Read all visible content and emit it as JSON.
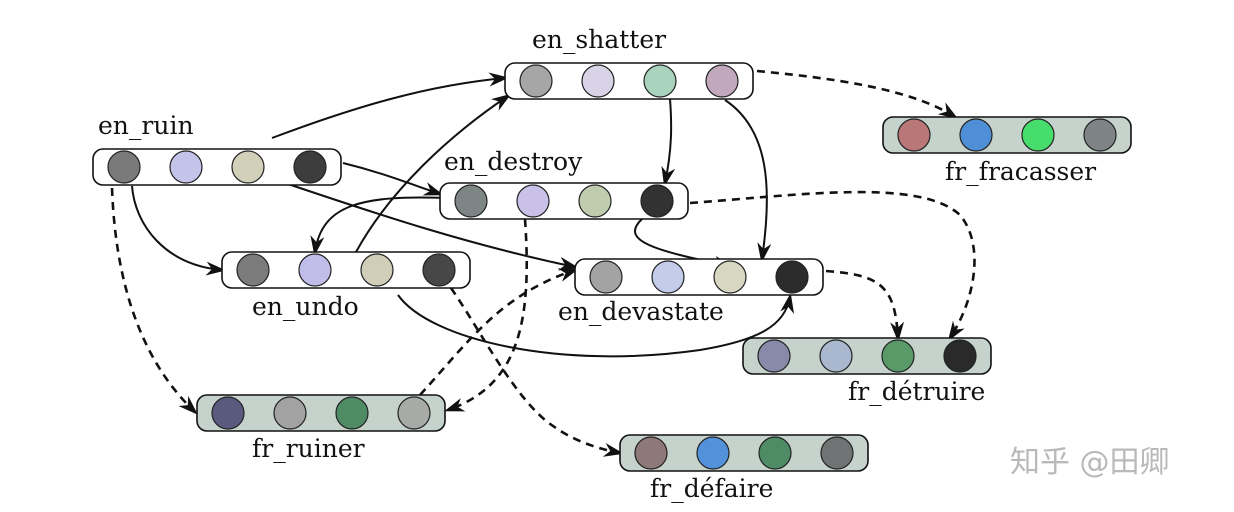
{
  "diagram": {
    "nodes": [
      {
        "id": "en_shatter",
        "label": "en_shatter",
        "lang": "en",
        "dots": [
          "#a6a6a6",
          "#d9d3e8",
          "#a9d3bd",
          "#c1a8bd"
        ]
      },
      {
        "id": "en_ruin",
        "label": "en_ruin",
        "lang": "en",
        "dots": [
          "#7a7a7a",
          "#c4c4ea",
          "#d2d0b9",
          "#3d3d3d"
        ]
      },
      {
        "id": "en_destroy",
        "label": "en_destroy",
        "lang": "en",
        "dots": [
          "#7d8684",
          "#c9c1e8",
          "#bfcdae",
          "#323232"
        ]
      },
      {
        "id": "en_undo",
        "label": "en_undo",
        "lang": "en",
        "dots": [
          "#7b7b7b",
          "#c0bee8",
          "#d0cdb9",
          "#474747"
        ]
      },
      {
        "id": "en_devastate",
        "label": "en_devastate",
        "lang": "en",
        "dots": [
          "#a3a3a3",
          "#c4cceb",
          "#d7d7c2",
          "#2c2c2c"
        ]
      },
      {
        "id": "fr_fracasser",
        "label": "fr_fracasser",
        "lang": "fr",
        "dots": [
          "#b97777",
          "#4f8fd8",
          "#47dd6c",
          "#7e8485"
        ]
      },
      {
        "id": "fr_detruire",
        "label": "fr_détruire",
        "lang": "fr",
        "dots": [
          "#878aa8",
          "#a9b7cf",
          "#5a9a68",
          "#2a2a2a"
        ]
      },
      {
        "id": "fr_ruiner",
        "label": "fr_ruiner",
        "lang": "fr",
        "dots": [
          "#5a5a7e",
          "#a2a2a2",
          "#4f8c66",
          "#a7aaa6"
        ]
      },
      {
        "id": "fr_defaire",
        "label": "fr_défaire",
        "lang": "fr",
        "dots": [
          "#8f7878",
          "#5391db",
          "#4f8c66",
          "#6f7373"
        ]
      }
    ],
    "edges": [
      {
        "from": "en_ruin",
        "to": "en_shatter",
        "style": "solid"
      },
      {
        "from": "en_undo",
        "to": "en_shatter",
        "style": "solid"
      },
      {
        "from": "en_ruin",
        "to": "en_destroy",
        "style": "solid"
      },
      {
        "from": "en_ruin",
        "to": "en_undo",
        "style": "solid"
      },
      {
        "from": "en_ruin",
        "to": "en_devastate",
        "style": "solid"
      },
      {
        "from": "en_shatter",
        "to": "en_destroy",
        "style": "solid"
      },
      {
        "from": "en_shatter",
        "to": "en_devastate",
        "style": "solid"
      },
      {
        "from": "en_destroy",
        "to": "en_undo",
        "style": "solid"
      },
      {
        "from": "en_destroy",
        "to": "en_devastate",
        "style": "solid"
      },
      {
        "from": "en_undo",
        "to": "en_devastate",
        "style": "solid"
      },
      {
        "from": "en_shatter",
        "to": "fr_fracasser",
        "style": "dashed"
      },
      {
        "from": "en_destroy",
        "to": "fr_detruire",
        "style": "dashed"
      },
      {
        "from": "en_devastate",
        "to": "fr_detruire",
        "style": "dashed"
      },
      {
        "from": "en_ruin",
        "to": "fr_ruiner",
        "style": "dashed"
      },
      {
        "from": "en_destroy",
        "to": "fr_ruiner",
        "style": "dashed"
      },
      {
        "from": "fr_ruiner",
        "to": "en_devastate",
        "style": "dashed"
      },
      {
        "from": "en_undo",
        "to": "fr_defaire",
        "style": "dashed"
      }
    ]
  },
  "colors": {
    "en_fill": "#ffffff",
    "fr_fill": "#c6d2cc",
    "stroke": "#111111"
  },
  "watermark": "知乎 @田卿"
}
